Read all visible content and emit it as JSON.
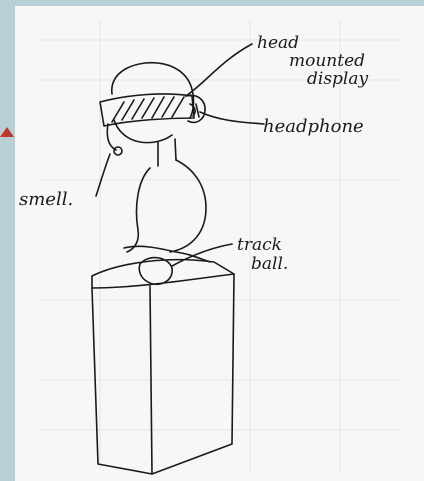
{
  "labels": {
    "head_mounted_display": [
      "head",
      "mounted",
      "display"
    ],
    "headphone": "headphone",
    "smell": "smell.",
    "trackball": [
      "track",
      "ball."
    ]
  },
  "colors": {
    "background": "#b8cfd6",
    "paper": "#f7f7f5",
    "ink": "#1a1a1a",
    "marker": "#c0392b"
  },
  "icons": {
    "page_marker": "triangle-up-icon"
  }
}
